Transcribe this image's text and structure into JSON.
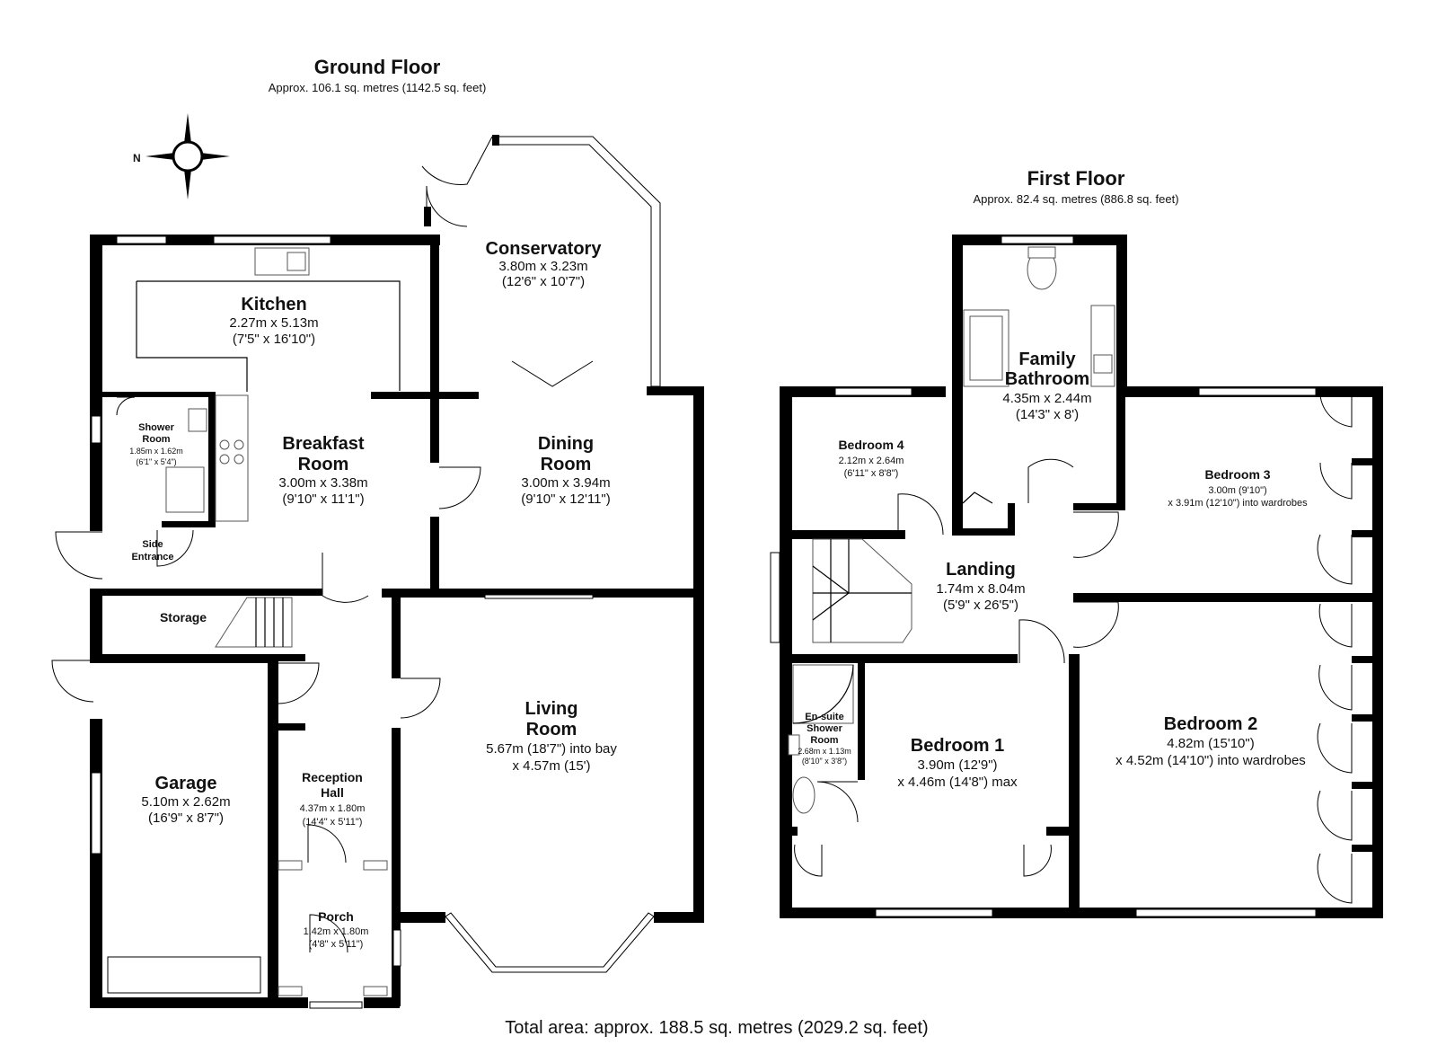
{
  "ground_floor": {
    "title": "Ground Floor",
    "area": "Approx. 106.1 sq. metres (1142.5 sq. feet)"
  },
  "first_floor": {
    "title": "First Floor",
    "area": "Approx. 82.4 sq. metres (886.8 sq. feet)"
  },
  "compass": {
    "label": "N"
  },
  "total_area": "Total area: approx. 188.5 sq. metres (2029.2 sq. feet)",
  "rooms": {
    "conservatory": {
      "name": "Conservatory",
      "dim1": "3.80m x 3.23m",
      "dim2": "(12'6\" x 10'7\")"
    },
    "kitchen": {
      "name": "Kitchen",
      "dim1": "2.27m x 5.13m",
      "dim2": "(7'5\" x 16'10\")"
    },
    "breakfast_room": {
      "name1": "Breakfast",
      "name2": "Room",
      "dim1": "3.00m x 3.38m",
      "dim2": "(9'10\" x 11'1\")"
    },
    "dining_room": {
      "name1": "Dining",
      "name2": "Room",
      "dim1": "3.00m x 3.94m",
      "dim2": "(9'10\" x 12'11\")"
    },
    "shower_room": {
      "name1": "Shower",
      "name2": "Room",
      "dim1": "1.85m x 1.62m",
      "dim2": "(6'1\" x 5'4\")"
    },
    "side_entrance": {
      "name1": "Side",
      "name2": "Entrance"
    },
    "storage": {
      "name": "Storage"
    },
    "living_room": {
      "name1": "Living",
      "name2": "Room",
      "dim1": "5.67m (18'7\") into bay",
      "dim2": "x 4.57m (15')"
    },
    "garage": {
      "name": "Garage",
      "dim1": "5.10m x 2.62m",
      "dim2": "(16'9\" x 8'7\")"
    },
    "reception_hall": {
      "name1": "Reception",
      "name2": "Hall",
      "dim1": "4.37m x 1.80m",
      "dim2": "(14'4\" x 5'11\")"
    },
    "porch": {
      "name": "Porch",
      "dim1": "1.42m x 1.80m",
      "dim2": "(4'8\" x 5'11\")"
    },
    "family_bathroom": {
      "name1": "Family",
      "name2": "Bathroom",
      "dim1": "4.35m x 2.44m",
      "dim2": "(14'3\" x 8')"
    },
    "bedroom_4": {
      "name": "Bedroom 4",
      "dim1": "2.12m x 2.64m",
      "dim2": "(6'11\" x 8'8\")"
    },
    "bedroom_3": {
      "name": "Bedroom 3",
      "dim1": "3.00m (9'10\")",
      "dim2": "x 3.91m (12'10\") into wardrobes"
    },
    "landing": {
      "name": "Landing",
      "dim1": "1.74m x 8.04m",
      "dim2": "(5'9\" x 26'5\")"
    },
    "ensuite": {
      "name1": "En-suite",
      "name2": "Shower",
      "name3": "Room",
      "dim1": "2.68m x 1.13m",
      "dim2": "(8'10\" x 3'8\")"
    },
    "bedroom_1": {
      "name": "Bedroom 1",
      "dim1": "3.90m (12'9\")",
      "dim2": "x 4.46m (14'8\") max"
    },
    "bedroom_2": {
      "name": "Bedroom 2",
      "dim1": "4.82m (15'10\")",
      "dim2": "x 4.52m (14'10\") into wardrobes"
    }
  }
}
